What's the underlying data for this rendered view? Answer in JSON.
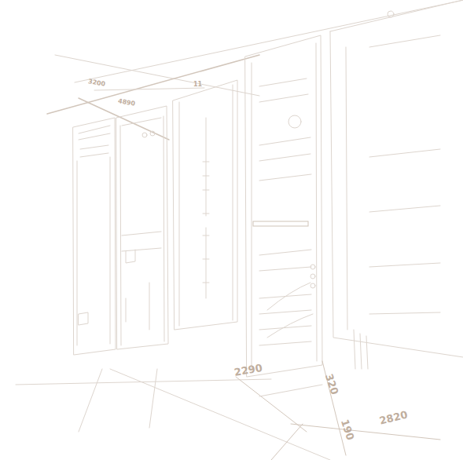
{
  "diagram": {
    "labels": [
      "3200",
      "4890",
      "11",
      "2290",
      "320",
      "190",
      "2820"
    ]
  }
}
